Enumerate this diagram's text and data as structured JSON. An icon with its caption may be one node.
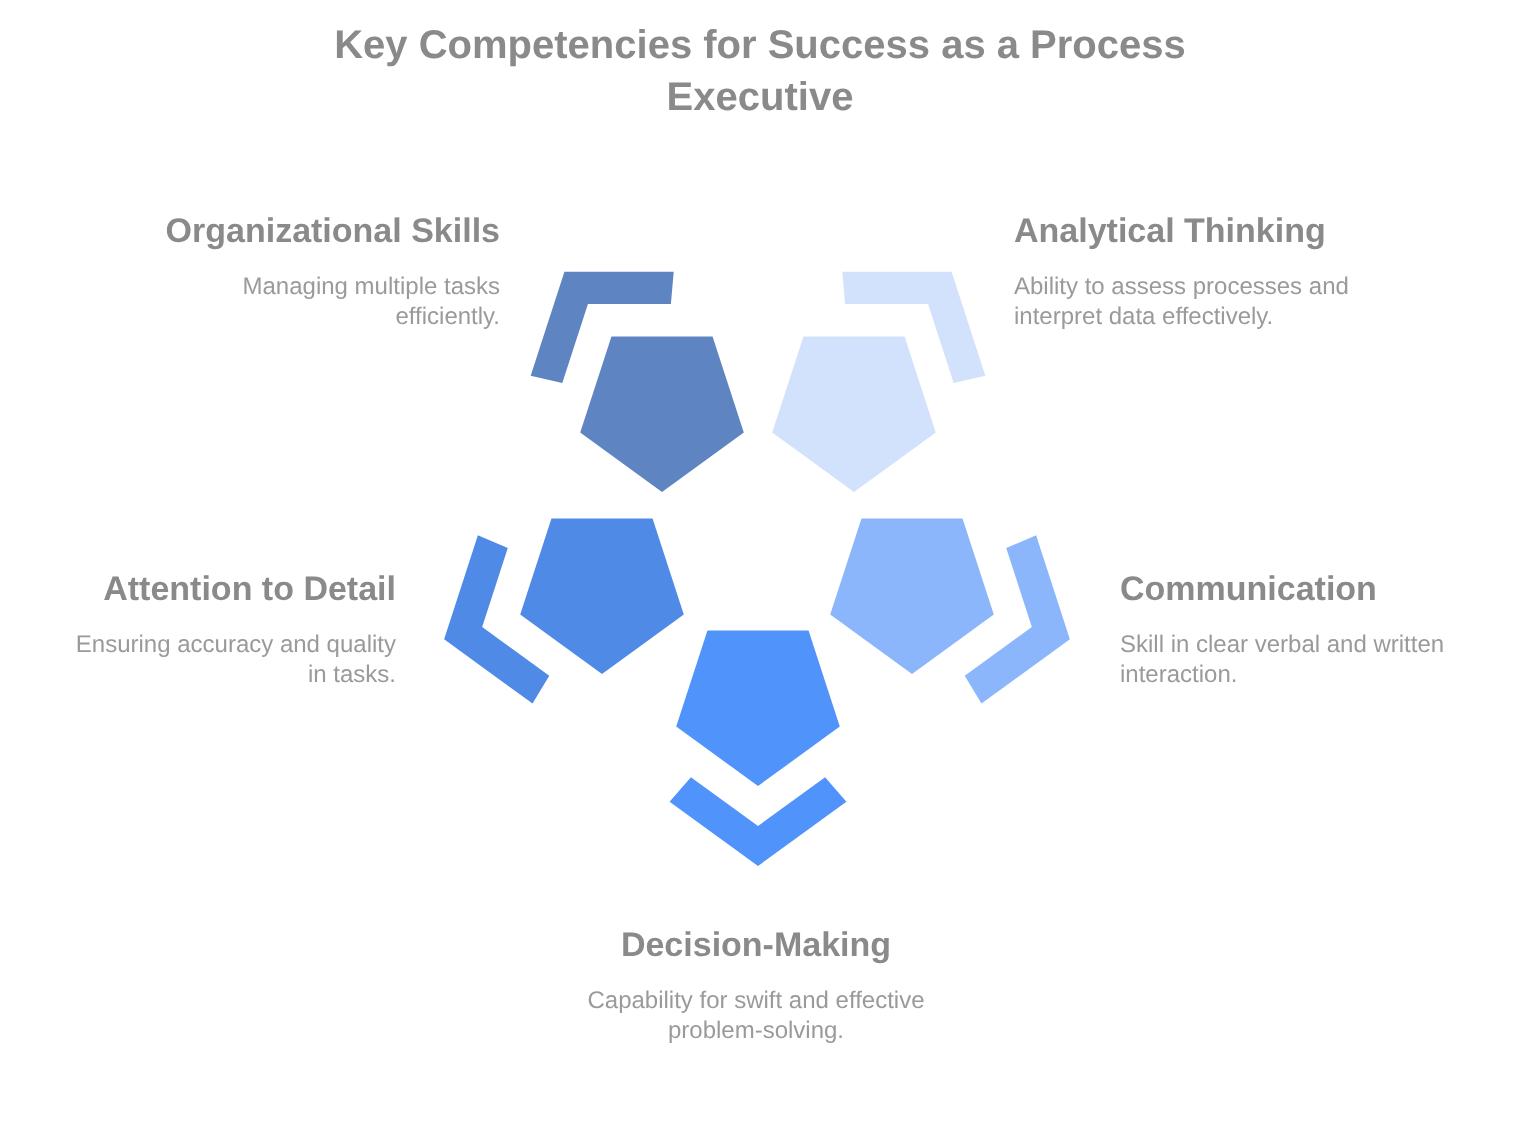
{
  "diagram": {
    "title": "Key Competencies for Success as a Process Executive",
    "nodes": [
      {
        "text": [
          "Organizational Skills",
          "Managing multiple tasks efficiently."
        ]
      },
      {
        "text": [
          "Analytical Thinking",
          "Ability to assess processes and interpret data effectively."
        ]
      },
      {
        "text": [
          "Attention to Detail",
          "Ensuring accuracy and quality in tasks."
        ]
      },
      {
        "text": [
          "Communication",
          "Skill in clear verbal and written interaction."
        ]
      },
      {
        "text": [
          "Decision-Making",
          "Capability for swift and effective problem-solving."
        ]
      }
    ]
  }
}
